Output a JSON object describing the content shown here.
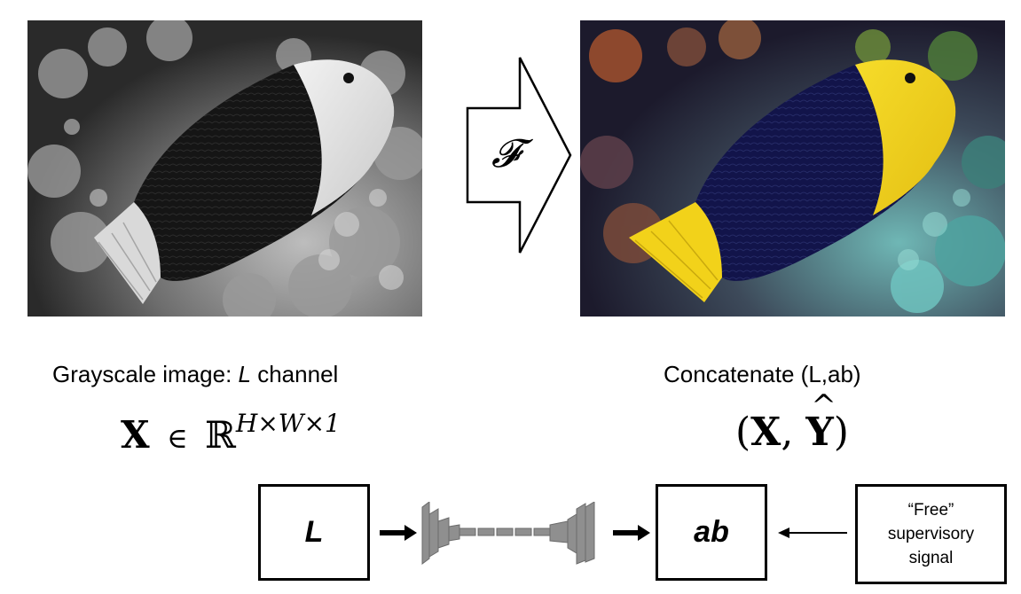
{
  "operator_symbol": "𝓕",
  "left_caption": {
    "text": "Grayscale image: ",
    "italic": "L",
    "suffix": " channel"
  },
  "right_caption": "Concatenate (L,ab)",
  "left_formula": {
    "x": "X",
    "in": "∈",
    "space": "ℝ",
    "exponent": "H×W×1"
  },
  "right_formula": {
    "open": "(",
    "x": "X",
    "sep": ",",
    "hat": "^",
    "y": "Y",
    "close": ")"
  },
  "pipeline": {
    "input_label": "L",
    "output_label": "ab",
    "signal_lines": [
      "“Free”",
      "supervisory",
      "signal"
    ]
  },
  "colors": {
    "fish_yellow": "#f2d21a",
    "fish_blue": "#12144a",
    "network_gray": "#8f8f8f"
  }
}
